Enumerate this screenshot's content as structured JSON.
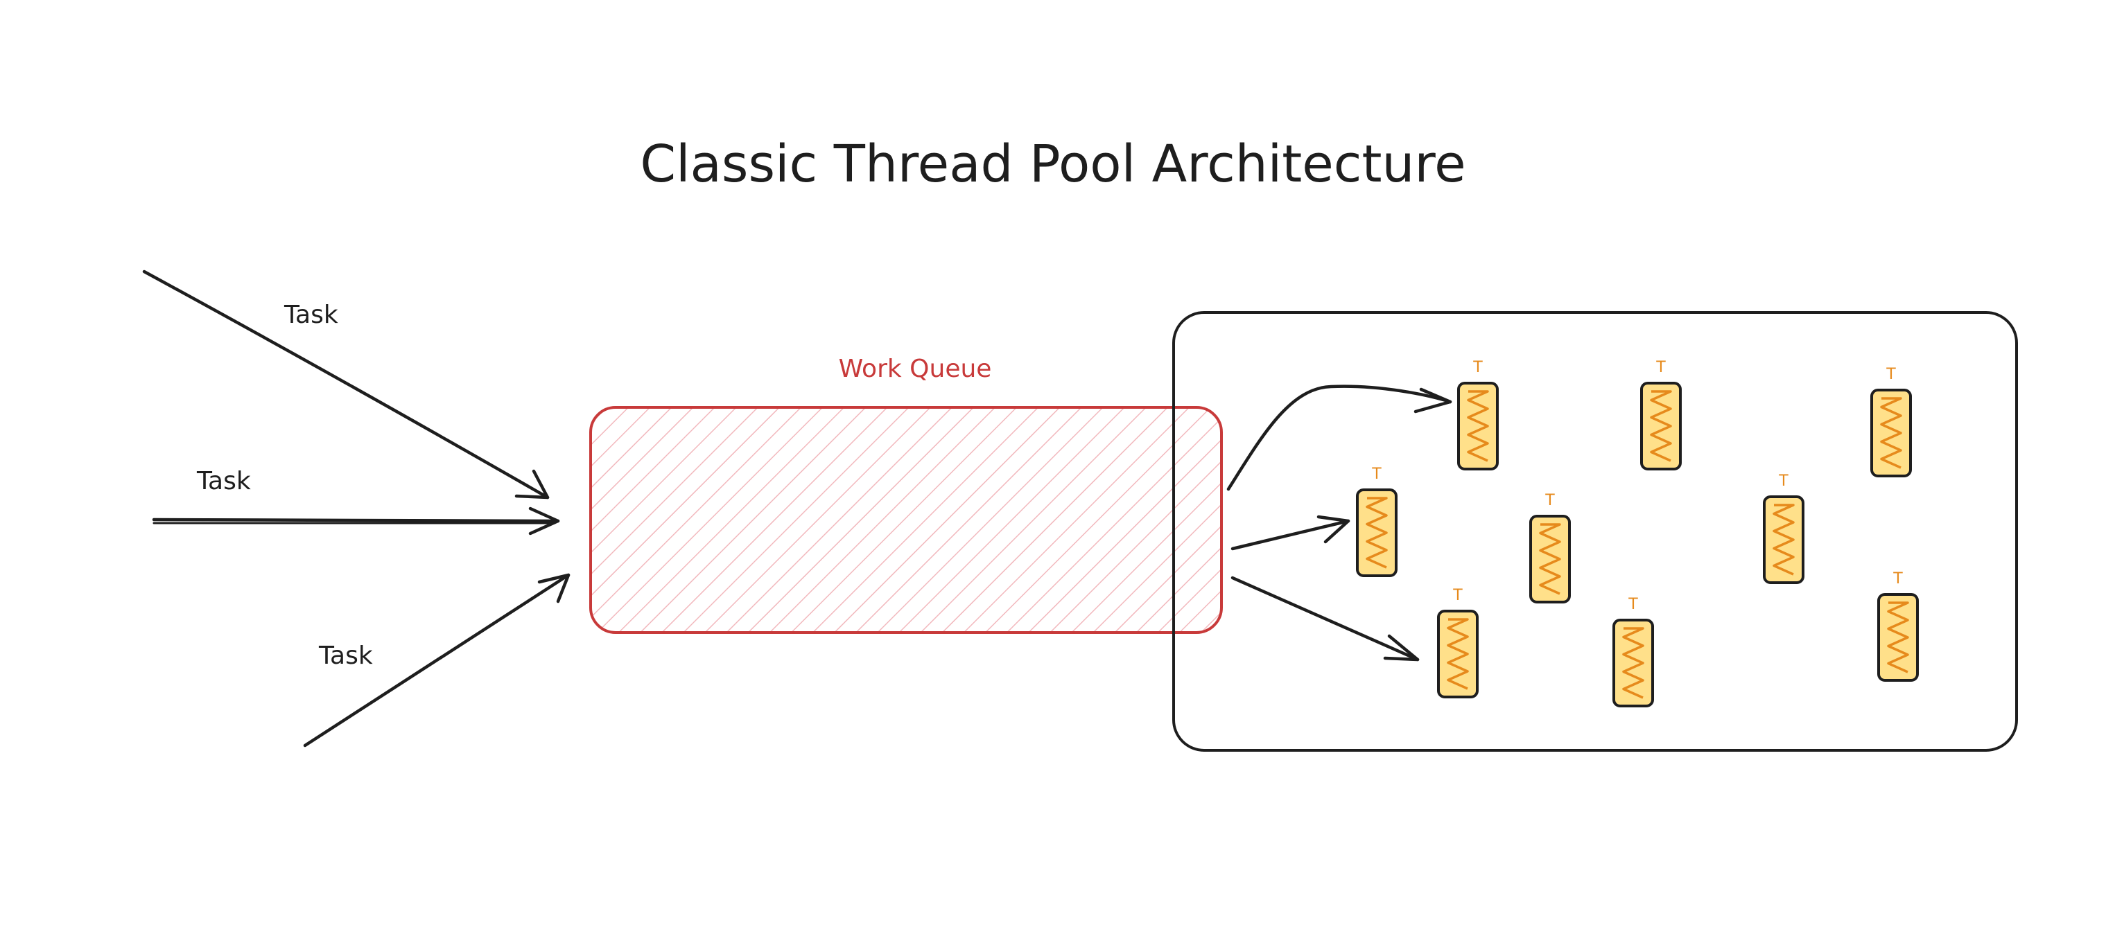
{
  "title": "Classic Thread Pool Architecture",
  "tasks": [
    {
      "label": "Task"
    },
    {
      "label": "Task"
    },
    {
      "label": "Task"
    }
  ],
  "work_queue": {
    "label": "Work Queue"
  },
  "threads": [
    {
      "label": "T"
    },
    {
      "label": "T"
    },
    {
      "label": "T"
    },
    {
      "label": "T"
    },
    {
      "label": "T"
    },
    {
      "label": "T"
    },
    {
      "label": "T"
    },
    {
      "label": "T"
    },
    {
      "label": "T"
    }
  ],
  "colors": {
    "ink": "#1e1e1e",
    "queue_stroke": "#c83a3a",
    "queue_hatch": "#f2b8bd",
    "thread_fill": "#ffe08a",
    "thread_zigzag": "#e68a1c"
  }
}
